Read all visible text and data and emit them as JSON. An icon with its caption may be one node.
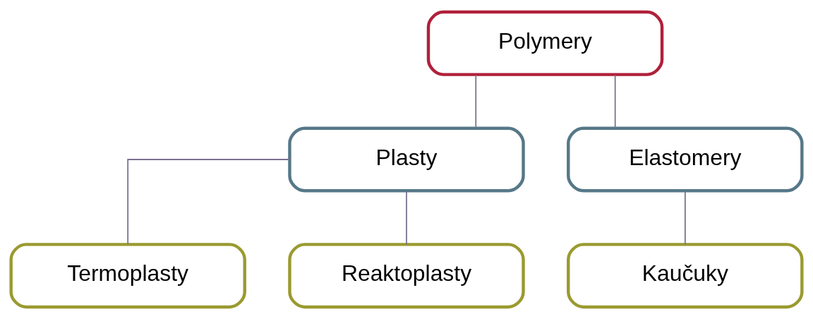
{
  "diagram": {
    "nodes": [
      {
        "text": [
          "Polymery"
        ]
      },
      {
        "text": [
          "Plasty"
        ]
      },
      {
        "text": [
          "Elastomery"
        ]
      },
      {
        "text": [
          "Termoplasty"
        ]
      },
      {
        "text": [
          "Reaktoplasty"
        ]
      },
      {
        "text": [
          "Kaučuky"
        ]
      }
    ],
    "edges": [
      {
        "from": 0,
        "to": 1,
        "arrow": "none"
      },
      {
        "from": 0,
        "to": 2,
        "arrow": "none"
      },
      {
        "from": 1,
        "to": 3,
        "arrow": "none"
      },
      {
        "from": 1,
        "to": 4,
        "arrow": "none"
      },
      {
        "from": 2,
        "to": 5,
        "arrow": "none"
      }
    ]
  }
}
